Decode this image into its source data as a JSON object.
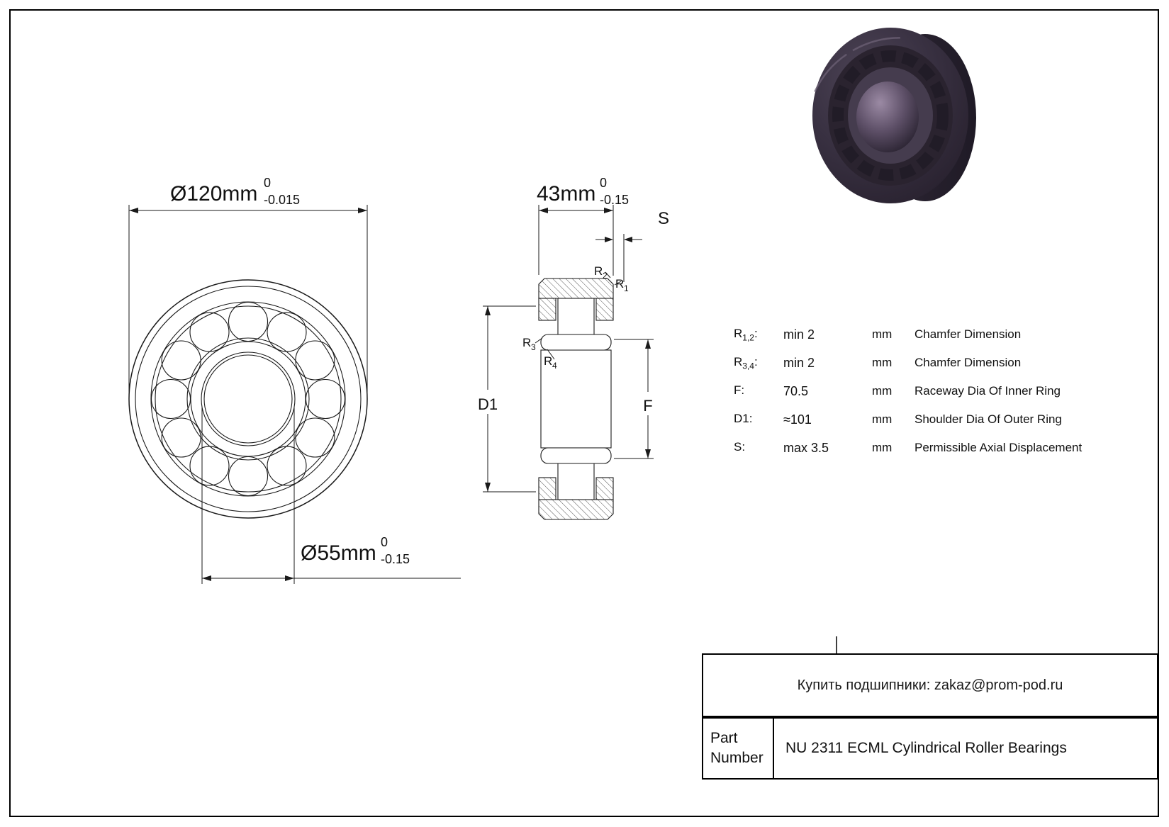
{
  "front_view": {
    "dim_outer": {
      "text": "Ø120mm",
      "tol_upper": "0",
      "tol_lower": "-0.015"
    },
    "dim_bore": {
      "text": "Ø55mm",
      "tol_upper": "0",
      "tol_lower": "-0.15"
    }
  },
  "section_view": {
    "dim_width": {
      "text": "43mm",
      "tol_upper": "0",
      "tol_lower": "-0.15"
    },
    "label_s": "S",
    "label_r1": {
      "base": "R",
      "sub": "1"
    },
    "label_r2": {
      "base": "R",
      "sub": "2"
    },
    "label_r3": {
      "base": "R",
      "sub": "3"
    },
    "label_r4": {
      "base": "R",
      "sub": "4"
    },
    "label_d1": "D1",
    "label_f": "F"
  },
  "spec_table": {
    "rows": [
      {
        "param_base": "R",
        "param_sub": "1,2",
        "param_suffix": ":",
        "value": "min 2",
        "unit": "mm",
        "desc": "Chamfer Dimension"
      },
      {
        "param_base": "R",
        "param_sub": "3,4",
        "param_suffix": ":",
        "value": "min 2",
        "unit": "mm",
        "desc": "Chamfer Dimension"
      },
      {
        "param_base": "F",
        "param_sub": "",
        "param_suffix": ":",
        "value": "70.5",
        "unit": "mm",
        "desc": "Raceway Dia Of Inner Ring"
      },
      {
        "param_base": "D1",
        "param_sub": "",
        "param_suffix": ":",
        "value": "≈101",
        "unit": "mm",
        "desc": "Shoulder Dia Of Outer Ring"
      },
      {
        "param_base": "S",
        "param_sub": "",
        "param_suffix": ":",
        "value": "max 3.5",
        "unit": "mm",
        "desc": "Permissible Axial Displacement"
      }
    ]
  },
  "info_box": {
    "contact_text": "Купить подшипники: zakaz@prom-pod.ru",
    "part_label": "Part Number",
    "part_value": "NU 2311 ECML Cylindrical Roller Bearings"
  },
  "photo_colors": {
    "body_dark": "#362e3e",
    "groove_dark": "#2a232f",
    "bore_light": "#8d7c96"
  }
}
